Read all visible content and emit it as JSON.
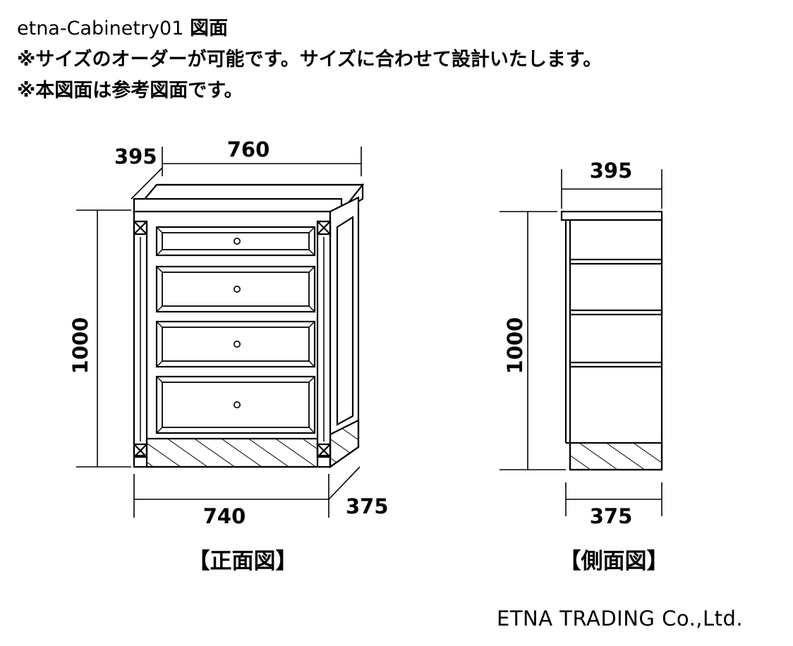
{
  "header": {
    "model": "etna-Cabinetry01",
    "drawing_word": "図面",
    "note_custom_size": "※サイズのオーダーが可能です。サイズに合わせて設計いたします。",
    "note_reference": "※本図面は参考図面です。"
  },
  "front_view": {
    "caption": "【正面図】",
    "top_depth": "395",
    "top_width": "760",
    "height": "1000",
    "body_width": "740",
    "body_depth": "375",
    "drawer_count": 4
  },
  "side_view": {
    "caption": "【側面図】",
    "top_depth": "395",
    "height": "1000",
    "body_depth": "375"
  },
  "footer": {
    "company": "ETNA TRADING Co.,Ltd."
  }
}
